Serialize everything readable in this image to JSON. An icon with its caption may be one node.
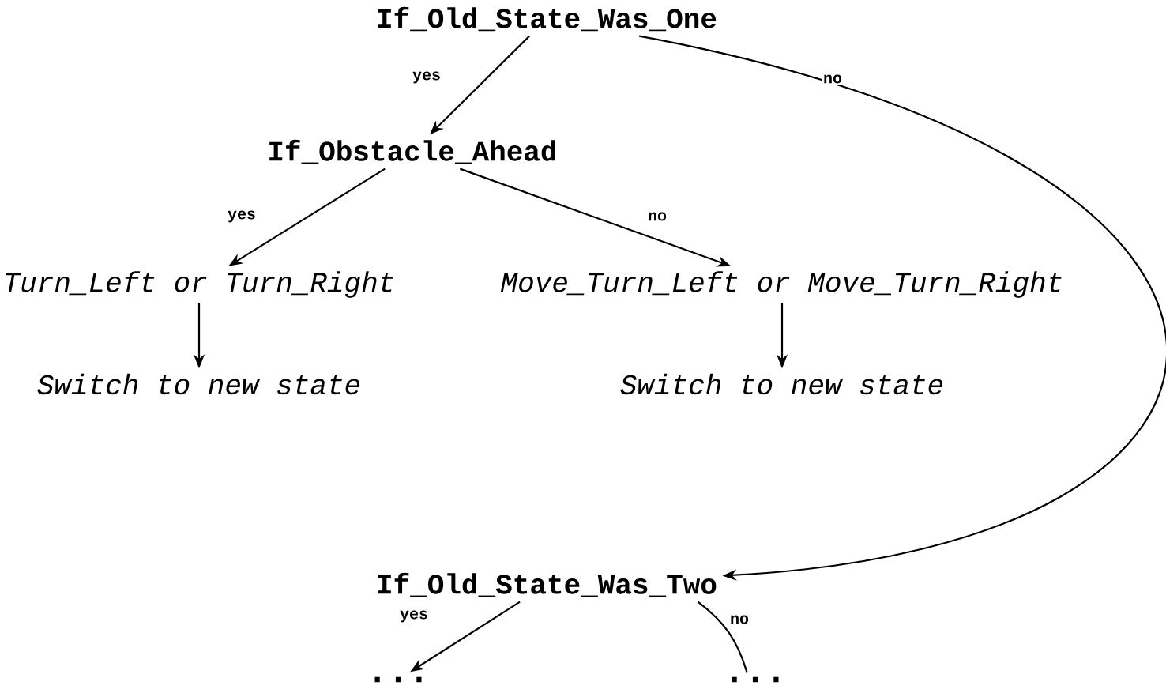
{
  "diagram": {
    "nodes": [
      {
        "text": [
          "If_Old_State_Was_One"
        ]
      },
      {
        "text": [
          "If_Obstacle_Ahead"
        ]
      },
      {
        "text": [
          "Turn_Left or Turn_Right"
        ]
      },
      {
        "text": [
          "Move_Turn_Left or Move_Turn_Right"
        ]
      },
      {
        "text": [
          "Switch to new state"
        ]
      },
      {
        "text": [
          "Switch to new state"
        ]
      },
      {
        "text": [
          "If_Old_State_Was_Two"
        ]
      },
      {
        "text": [
          "..."
        ]
      },
      {
        "text": [
          "..."
        ]
      }
    ],
    "edges": [
      {
        "from": 0,
        "to": 1,
        "arrow": "to",
        "label": "yes"
      },
      {
        "from": 0,
        "to": 6,
        "arrow": "to",
        "label": "no"
      },
      {
        "from": 1,
        "to": 2,
        "arrow": "to",
        "label": "yes"
      },
      {
        "from": 1,
        "to": 3,
        "arrow": "to",
        "label": "no"
      },
      {
        "from": 2,
        "to": 4,
        "arrow": "to"
      },
      {
        "from": 3,
        "to": 5,
        "arrow": "to"
      },
      {
        "from": 6,
        "to": 7,
        "arrow": "to",
        "label": "yes"
      },
      {
        "from": 6,
        "to": 8,
        "arrow": "none",
        "label": "no"
      }
    ]
  }
}
